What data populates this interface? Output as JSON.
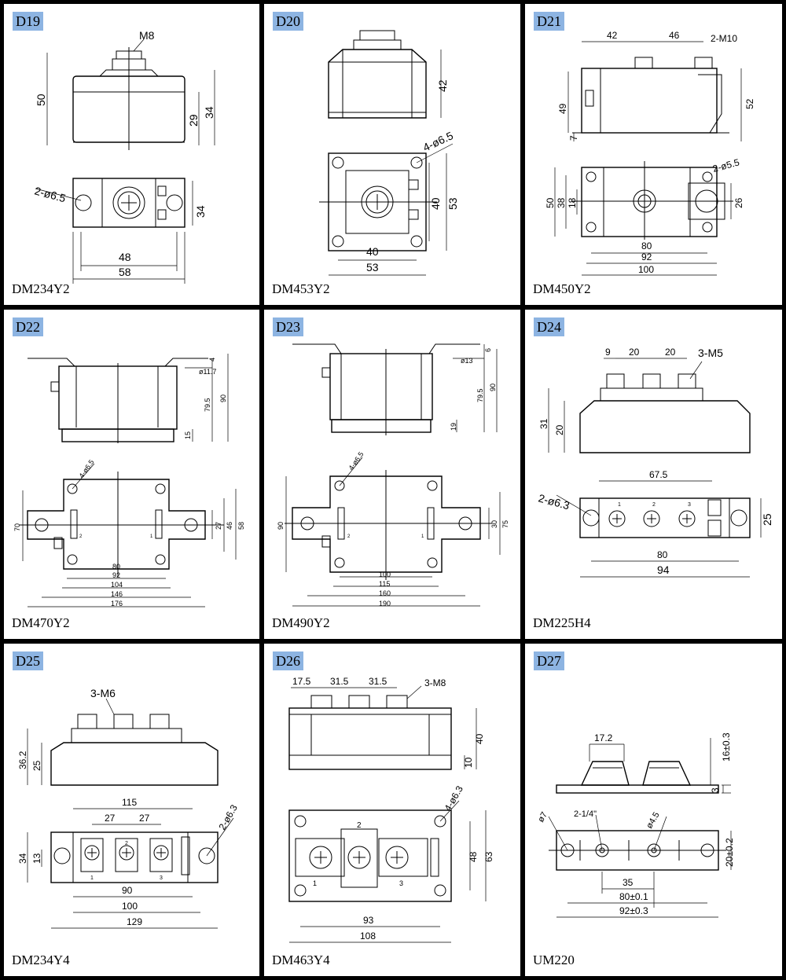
{
  "cells": [
    {
      "tag": "D19",
      "model": "DM234Y2",
      "dims": {
        "a": "M8",
        "b": "50",
        "c": "29",
        "d": "34",
        "e": "2-ø6.5",
        "f": "34",
        "g": "48",
        "h": "58"
      }
    },
    {
      "tag": "D20",
      "model": "DM453Y2",
      "dims": {
        "a": "42",
        "b": "4-ø6.5",
        "c": "40",
        "d": "53",
        "e": "40",
        "f": "53"
      }
    },
    {
      "tag": "D21",
      "model": "DM450Y2",
      "dims": {
        "a": "42",
        "b": "46",
        "c": "2-M10",
        "d": "49",
        "e": "7",
        "f": "52",
        "g": "2-ø5.5",
        "h": "50",
        "i": "38",
        "j": "18",
        "k": "26",
        "l": "80",
        "m": "92",
        "n": "100"
      }
    },
    {
      "tag": "D22",
      "model": "DM470Y2",
      "dims": {
        "a": "4",
        "b": "ø11.7",
        "c": "79.5",
        "d": "90",
        "e": "15",
        "f": "4-ø6.5",
        "g": "70",
        "h": "27",
        "i": "46",
        "j": "58",
        "k": "80",
        "l": "92",
        "m": "104",
        "n": "146",
        "o": "176",
        "p": "2",
        "q": "1"
      }
    },
    {
      "tag": "D23",
      "model": "DM490Y2",
      "dims": {
        "a": "6",
        "b": "ø13",
        "c": "79.5",
        "d": "90",
        "e": "19",
        "f": "4-ø6.5",
        "g": "90",
        "h": "30",
        "i": "75",
        "j": "100",
        "k": "115",
        "l": "160",
        "m": "190",
        "n": "2",
        "o": "1"
      }
    },
    {
      "tag": "D24",
      "model": "DM225H4",
      "dims": {
        "a": "9",
        "b": "20",
        "c": "20",
        "d": "3-M5",
        "e": "31",
        "f": "20",
        "g": "67.5",
        "h": "2-ø6.3",
        "i": "25",
        "j": "80",
        "k": "94",
        "l": "1",
        "m": "2",
        "n": "3"
      }
    },
    {
      "tag": "D25",
      "model": "DM234Y4",
      "dims": {
        "a": "3-M6",
        "b": "36.2",
        "c": "25",
        "d": "115",
        "e": "27",
        "f": "27",
        "g": "2-ø6.3",
        "h": "34",
        "i": "13",
        "j": "90",
        "k": "100",
        "l": "129",
        "m": "1",
        "n": "2",
        "o": "3"
      }
    },
    {
      "tag": "D26",
      "model": "DM463Y4",
      "dims": {
        "a": "17.5",
        "b": "31.5",
        "c": "31.5",
        "d": "3-M8",
        "e": "40",
        "f": "10",
        "g": "4-ø6.3",
        "h": "48",
        "i": "63",
        "j": "93",
        "k": "108",
        "l": "2",
        "m": "1",
        "n": "3"
      }
    },
    {
      "tag": "D27",
      "model": "UM220",
      "dims": {
        "a": "17.2",
        "b": "16±0.3",
        "c": "3",
        "d": "ø7",
        "e": "2-1/4\"",
        "f": "ø4.5",
        "g": "20±0.2",
        "h": "35",
        "i": "80±0.1",
        "j": "92±0.3"
      }
    }
  ]
}
